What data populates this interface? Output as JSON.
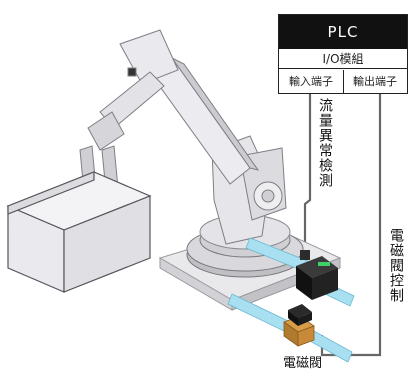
{
  "plc": {
    "title": "PLC",
    "module": "I/O模組",
    "input_port": "輸入端子",
    "output_port": "輸出端子"
  },
  "labels": {
    "flow_anomaly": "流量異常檢測",
    "valve_control": "電磁閥控制",
    "solenoid_valve": "電磁閥"
  },
  "colors": {
    "pipe": "#9fdcef",
    "robot": "#e8e8ea",
    "sensor": "#1a1a1a",
    "valve_brass": "#c28a3a"
  }
}
